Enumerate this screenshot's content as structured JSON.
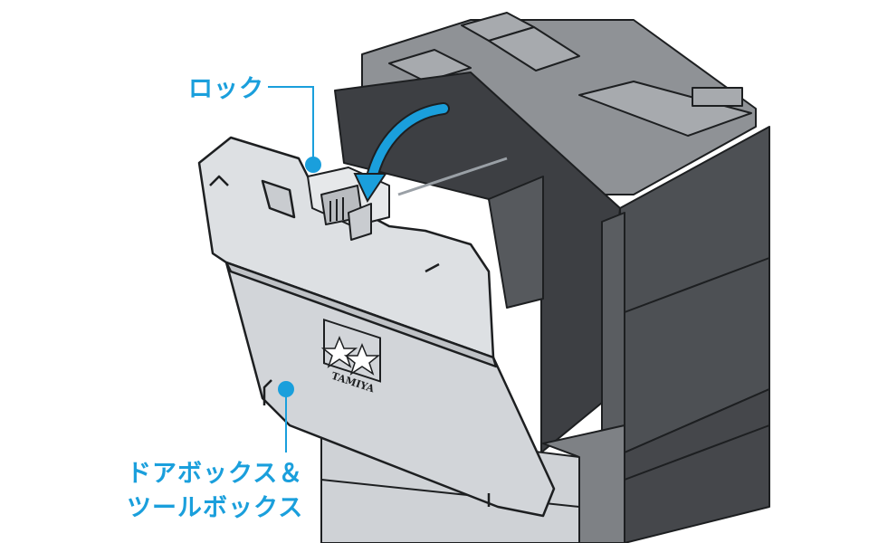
{
  "callouts": {
    "lock": "ロック",
    "door_line1": "ドアボックス＆",
    "door_line2": "ツールボックス"
  },
  "logo_text": "TAMIYA",
  "colors": {
    "accent": "#1a9fdc",
    "dark_box": "#4a4c50",
    "dark_box_shade": "#3a3c40",
    "mid_box": "#9a9ca0",
    "light_panel": "#d9dcdf",
    "outline": "#1d1f21"
  }
}
